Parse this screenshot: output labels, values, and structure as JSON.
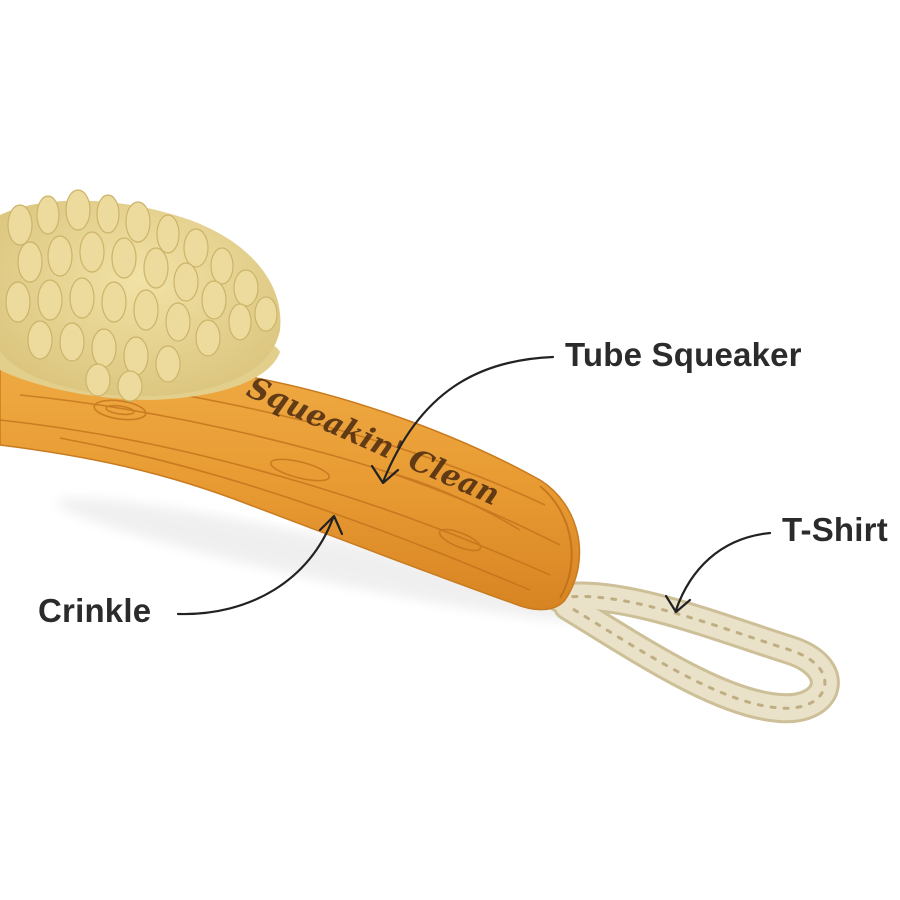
{
  "labels": {
    "tube_squeaker": "Tube Squeaker",
    "t_shirt": "T-Shirt",
    "crinkle": "Crinkle"
  },
  "product": {
    "handle_text": "Squeakin' Clean"
  },
  "colors": {
    "background": "#ffffff",
    "handle_wood": "#e89a32",
    "handle_grain": "#c0701a",
    "bristles": "#e8d592",
    "rope": "#e6dfc6",
    "label_text": "#2b2b2b",
    "arrow": "#222222"
  }
}
